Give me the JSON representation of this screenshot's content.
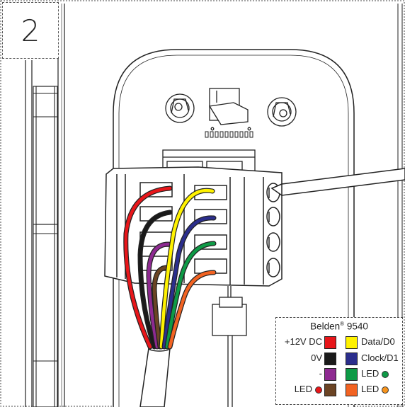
{
  "step_number": "2",
  "legend": {
    "brand": "Belden",
    "reg_mark": "®",
    "model": "9540",
    "rows": [
      {
        "left_label": "+12V DC",
        "left_color": "#e8161a",
        "right_label": "Data/D0",
        "right_color": "#fff200",
        "left_led": "",
        "right_led": ""
      },
      {
        "left_label": "0V",
        "left_color": "#1a1a1a",
        "right_label": "Clock/D1",
        "right_color": "#2b2e8c",
        "left_led": "",
        "right_led": ""
      },
      {
        "left_label": "-",
        "left_color": "#8e2a91",
        "right_label": "LED",
        "right_color": "#0e9a46",
        "left_led": "",
        "right_led": "#0e9a46"
      },
      {
        "left_label": "LED",
        "left_color": "#6b4424",
        "right_label": "LED",
        "right_color": "#f26322",
        "left_led": "#e8161a",
        "right_led": "#f7941d"
      }
    ]
  },
  "wire_colors": [
    "#e8161a",
    "#1a1a1a",
    "#8e2a91",
    "#6b4424",
    "#fff200",
    "#2b2e8c",
    "#0e9a46",
    "#f26322"
  ]
}
